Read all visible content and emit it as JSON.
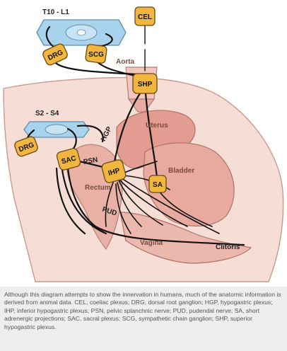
{
  "labels": {
    "spine_upper": "T10 - L1",
    "spine_lower": "S2 - S4",
    "aorta": "Aorta",
    "uterus": "Uterus",
    "bladder": "Bladder",
    "rectum": "Rectum",
    "vagina": "Vagina",
    "clitoris": "Clitoris",
    "hgp_nerve": "HGP",
    "psn_nerve": "PSN",
    "pud_nerve": "PUD"
  },
  "ganglia": {
    "cel": "CEL",
    "drg_upper": "DRG",
    "scg": "SCG",
    "shp": "SHP",
    "drg_lower": "DRG",
    "sac": "SAC",
    "ihp": "IHP",
    "sa": "SA"
  },
  "colors": {
    "ganglion_fill": "#f1b640",
    "spine_fill": "#a9d3ec",
    "tissue_fill": "#f3cfc6",
    "organ_fill": "#e4a59b",
    "caption_bg": "#eeeeee"
  },
  "caption": "Although this diagram attempts to show the innervation in humans, much of the anatomic information is derived from animal data. CEL, coeliac plexus; DRG, dorsal root ganglion; HGP, hypogastric plexus; IHP, inferior hypogastric plexus; PSN, pelvic splanchnic nerve; PUD, pudendal nerve; SA, short adrenergic projections; SAC, sacral plexus; SCG, sympathetic chain ganglion; SHP, superior hypogastric plexus."
}
